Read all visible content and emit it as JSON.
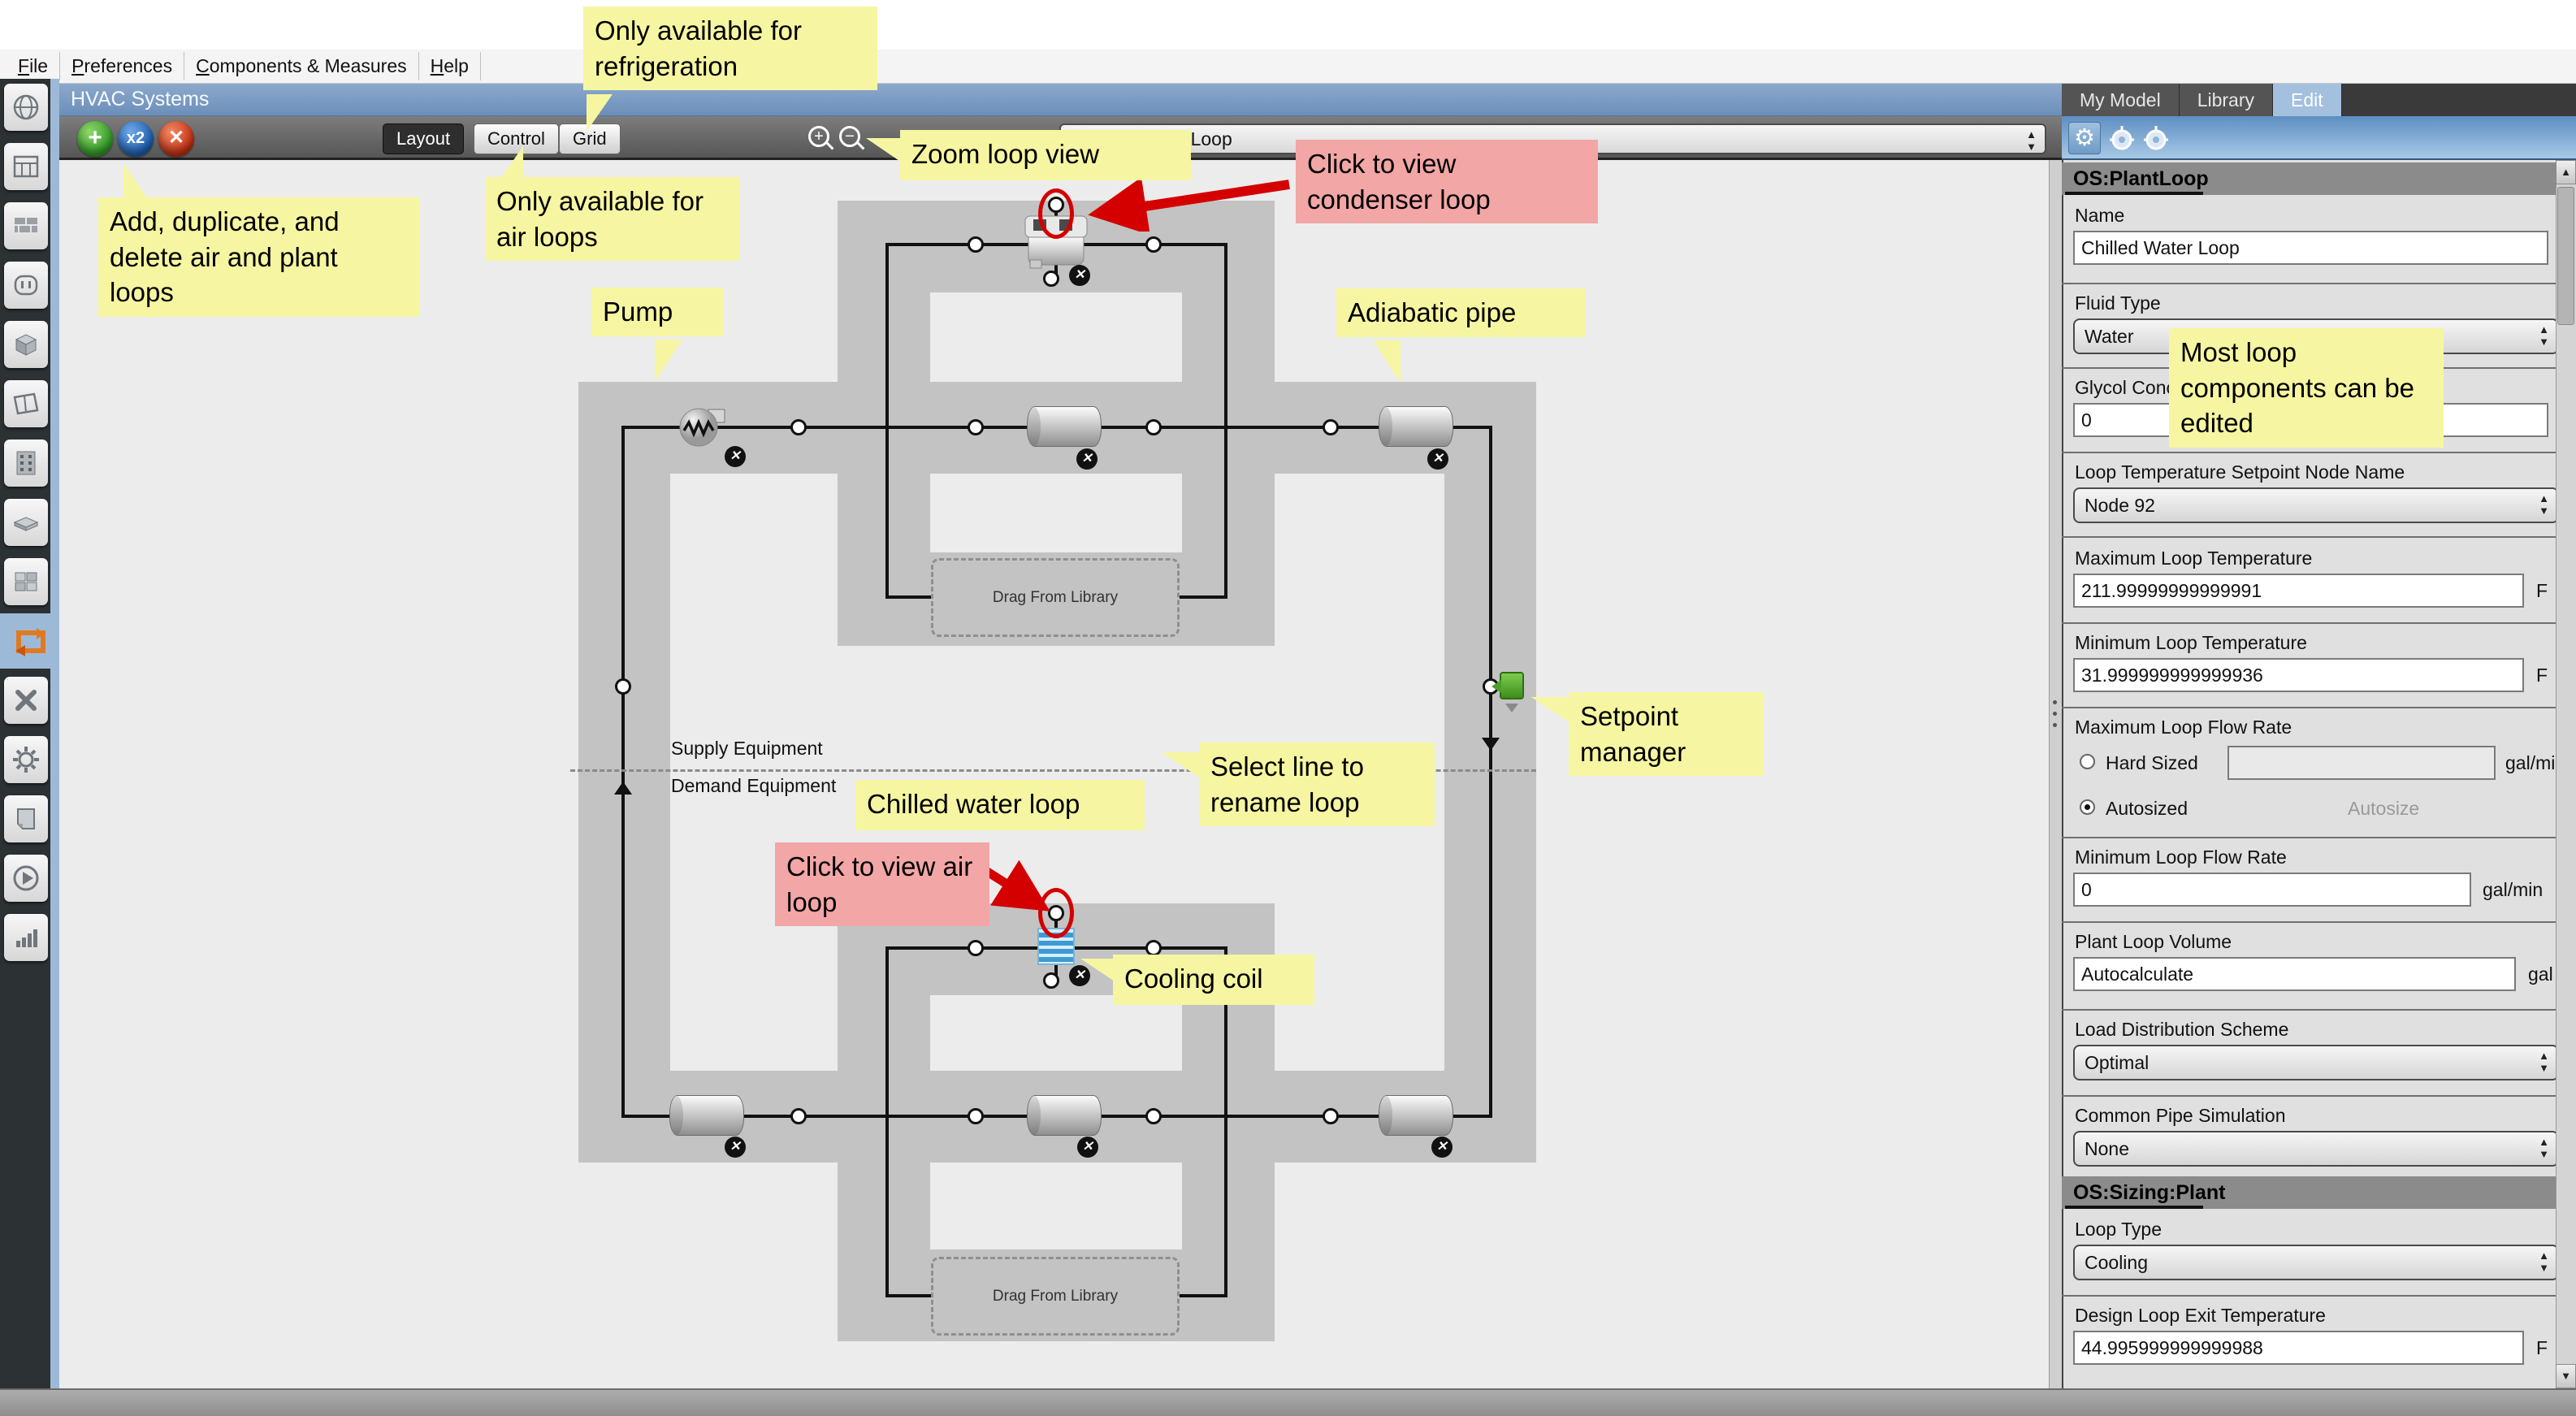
{
  "menu": {
    "items": [
      "File",
      "Preferences",
      "Components & Measures",
      "Help"
    ]
  },
  "window": {
    "title": "HVAC Systems"
  },
  "toolbar": {
    "add_label": "+",
    "duplicate_label": "x2",
    "delete_label": "✕",
    "view_buttons": [
      "Layout",
      "Control",
      "Grid"
    ],
    "active_view": "Layout",
    "loop_selector": "Chilled Water Loop"
  },
  "sidebar": {
    "tabs": [
      "site",
      "schedules",
      "constructions",
      "loads",
      "space-types",
      "geometry",
      "facility",
      "spaces",
      "thermal-zones",
      "hvac-systems",
      "output-variables",
      "simulation-settings",
      "measures",
      "run-simulation",
      "results-summary"
    ],
    "selected": "hvac-systems"
  },
  "right_panel": {
    "tabs": [
      "My Model",
      "Library",
      "Edit"
    ],
    "active_tab": "Edit"
  },
  "plant_loop": {
    "header": "OS:PlantLoop",
    "name_label": "Name",
    "name_value": "Chilled Water Loop",
    "fluid_type_label": "Fluid Type",
    "fluid_type_value": "Water",
    "glycol_label": "Glycol Concentration",
    "glycol_value": "0",
    "setpoint_node_label": "Loop Temperature Setpoint Node Name",
    "setpoint_node_value": "Node 92",
    "max_temp_label": "Maximum Loop Temperature",
    "max_temp_value": "211.99999999999991",
    "max_temp_unit": "F",
    "min_temp_label": "Minimum Loop Temperature",
    "min_temp_value": "31.999999999999936",
    "min_temp_unit": "F",
    "max_flow_label": "Maximum Loop Flow Rate",
    "hard_sized_label": "Hard Sized",
    "hard_sized_value": "",
    "autosized_label": "Autosized",
    "autosize_text": "Autosize",
    "flow_unit": "gal/min",
    "min_flow_label": "Minimum Loop Flow Rate",
    "min_flow_value": "0",
    "min_flow_unit": "gal/min",
    "volume_label": "Plant Loop Volume",
    "volume_value": "Autocalculate",
    "volume_unit": "gal",
    "load_dist_label": "Load Distribution Scheme",
    "load_dist_value": "Optimal",
    "common_pipe_label": "Common Pipe Simulation",
    "common_pipe_value": "None"
  },
  "sizing_plant": {
    "header": "OS:Sizing:Plant",
    "loop_type_label": "Loop Type",
    "loop_type_value": "Cooling",
    "design_exit_label": "Design Loop Exit Temperature",
    "design_exit_value": "44.995999999999988",
    "design_exit_unit": "F"
  },
  "diagram": {
    "supply_label": "Supply Equipment",
    "demand_label": "Demand Equipment",
    "drop_zone": "Drag From Library"
  },
  "callouts": [
    "Only available for refrigeration",
    "Zoom loop view",
    "Add, duplicate, and delete air and plant loops",
    "Only available for air loops",
    "Pump",
    "Adiabatic pipe",
    "Click to view condenser loop",
    "Setpoint manager",
    "Select line to rename loop",
    "Chilled water loop",
    "Cooling coil",
    "Click to view air loop",
    "Most loop components can be edited"
  ],
  "colors": {
    "callout_yellow": "#f6f6a2",
    "callout_pink": "#f3a6a6",
    "annotation_red": "#d40000",
    "accent_blue": "#a3c0de",
    "hvac_orange": "#e07a22",
    "setpoint_green": "#58b030"
  }
}
